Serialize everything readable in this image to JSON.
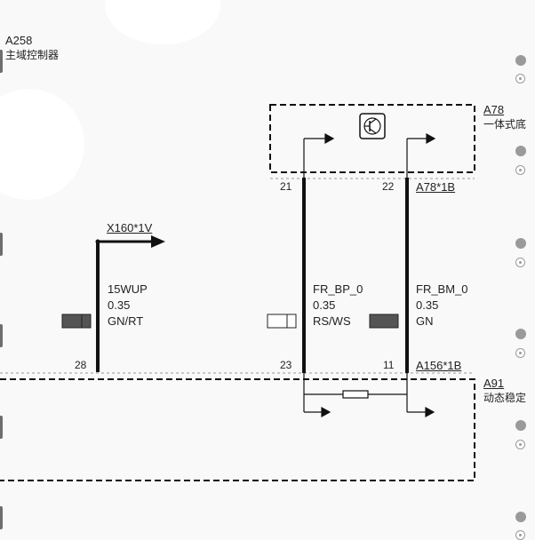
{
  "components": {
    "a258": {
      "ref": "A258",
      "name": "主域控制器"
    },
    "a78": {
      "ref": "A78",
      "name": "一体式底"
    },
    "a91": {
      "ref": "A91",
      "name": "动态稳定"
    }
  },
  "connectors": {
    "x160": "X160*1V",
    "a78_1b": "A78*1B",
    "a156_1b": "A156*1B"
  },
  "pins": {
    "p21": "21",
    "p22": "22",
    "p28": "28",
    "p23": "23",
    "p11": "11"
  },
  "wires": [
    {
      "signal": "15WUP",
      "size": "0.35",
      "color": "GN/RT"
    },
    {
      "signal": "FR_BP_0",
      "size": "0.35",
      "color": "RS/WS"
    },
    {
      "signal": "FR_BM_0",
      "size": "0.35",
      "color": "GN"
    }
  ],
  "colors": {
    "wire": "#111111",
    "background": "#f9f9f9",
    "swatch_dark": "#555555",
    "swatch_light": "#ffffff"
  },
  "icons": {
    "sensor": "transistor-symbol-icon",
    "resistor": "resistor-symbol-icon",
    "side_a": "document-badge-icon",
    "side_b": "zoom-icon"
  }
}
